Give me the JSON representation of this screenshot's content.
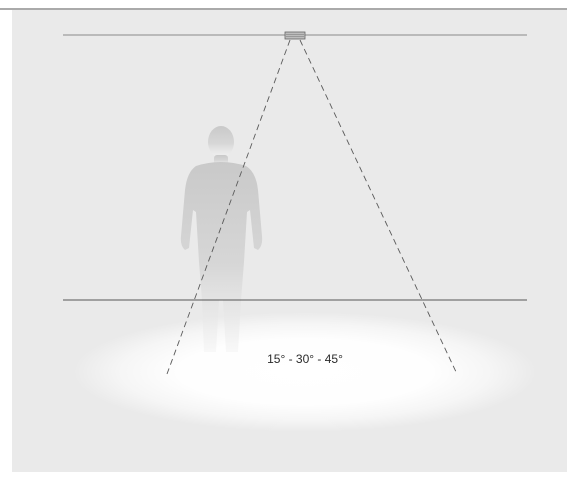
{
  "diagram": {
    "beam_angle_label": "15° - 30° - 45°",
    "colors": {
      "background_page": "#ffffff",
      "background_panel": "#eaeaea",
      "line_dark": "#555555",
      "line_light": "#8a8a8a",
      "spotlight": "#ffffff",
      "silhouette_top": "#cfcfcf",
      "silhouette_bottom": "#ededed"
    },
    "elements": {
      "ceiling": "ceiling-line",
      "floor": "floor-line",
      "fixture": "light-fixture-icon",
      "person": "person-silhouette-icon",
      "beam": "light-beam-cone"
    }
  }
}
